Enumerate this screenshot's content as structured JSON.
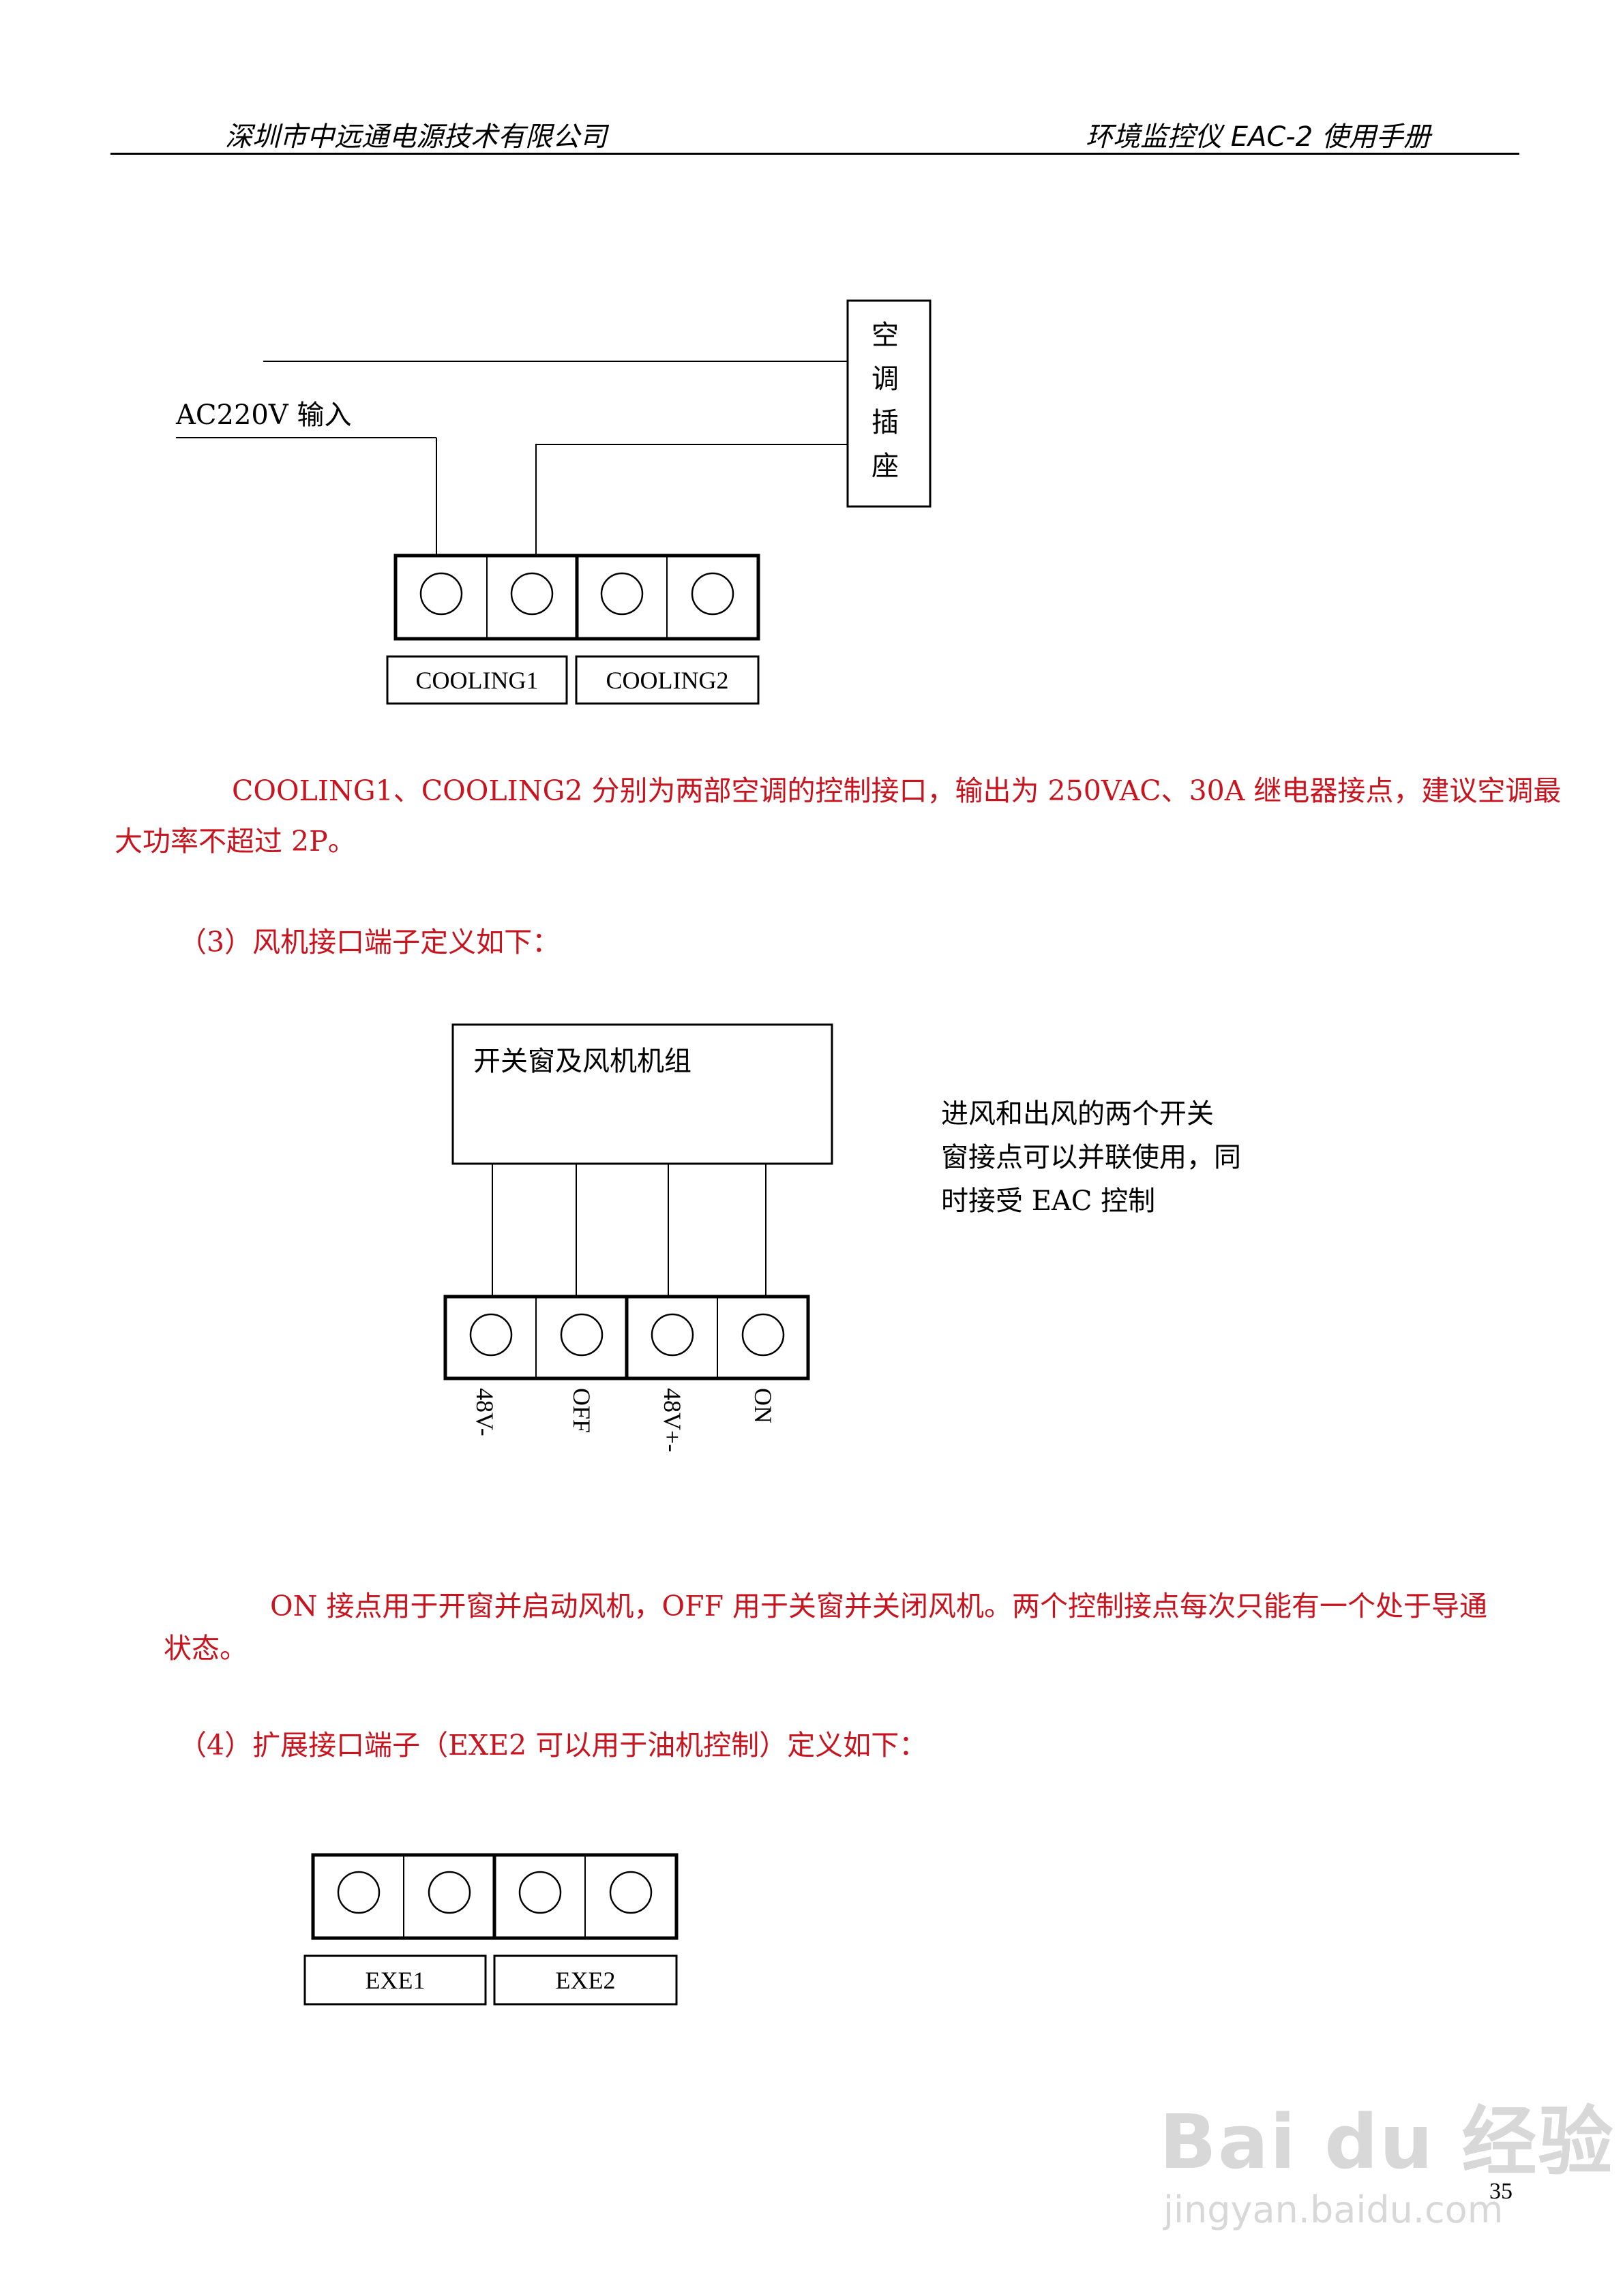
{
  "header": {
    "left": "深圳市中远通电源技术有限公司",
    "right": "环境监控仪 EAC-2 使用手册"
  },
  "diagram1": {
    "input_label": "AC220V 输入",
    "ac_socket": [
      "空",
      "调",
      "插",
      "座"
    ],
    "terminal_labels": [
      "COOLING1",
      "COOLING2"
    ]
  },
  "para1": {
    "line1": "COOLING1、COOLING2 分别为两部空调的控制接口，输出为 250VAC、30A 继电器接点，建议空调最",
    "line2": "大功率不超过 2P。"
  },
  "section3": "（3）风机接口端子定义如下：",
  "diagram2": {
    "box_label": "开关窗及风机机组",
    "note": [
      "进风和出风的两个开关",
      "窗接点可以并联使用，同",
      "时接受 EAC 控制"
    ],
    "pins": [
      "48V-",
      "OFF",
      "48V+-",
      "ON"
    ]
  },
  "para2": {
    "line1": "ON 接点用于开窗并启动风机，OFF 用于关窗并关闭风机。两个控制接点每次只能有一个处于导通",
    "line2": "状态。"
  },
  "section4": "（4）扩展接口端子（EXE2 可以用于油机控制）定义如下：",
  "diagram3": {
    "terminal_labels": [
      "EXE1",
      "EXE2"
    ]
  },
  "page_number": "35",
  "watermark": {
    "brand": "Bai du 经验",
    "url": "jingyan.baidu.com"
  }
}
